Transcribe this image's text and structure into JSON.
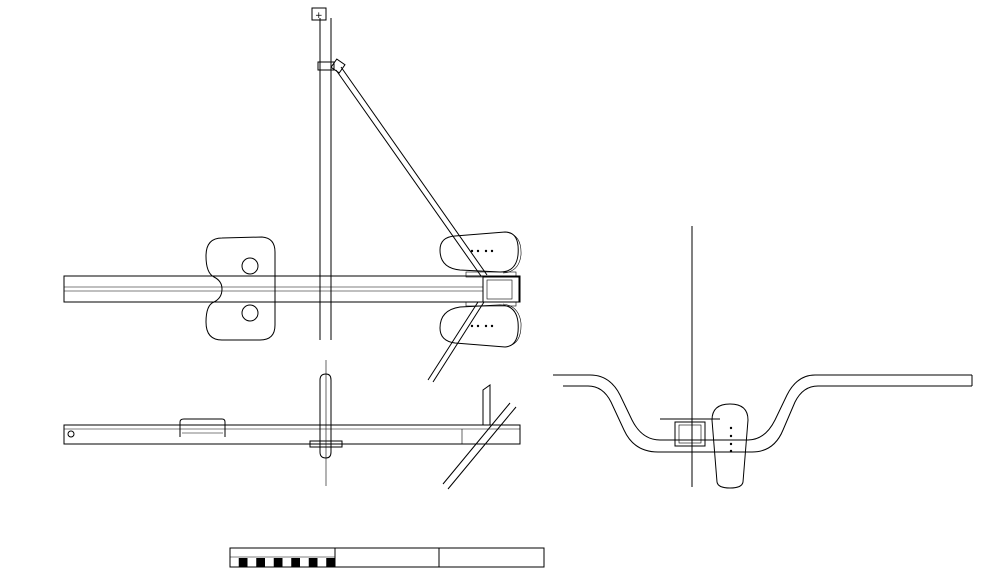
{
  "drawing": {
    "line_color": "#000000",
    "background": "#ffffff",
    "views": [
      "top-view",
      "side-view",
      "end-view"
    ]
  },
  "scale_bar": {
    "checker_cells": 12,
    "fill_color": "#000000"
  }
}
